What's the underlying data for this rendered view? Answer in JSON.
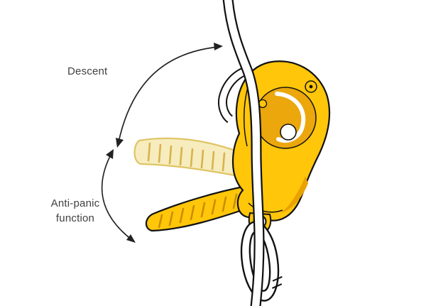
{
  "figure": {
    "type": "technical-diagram",
    "subject": "descender-device-handle-positions",
    "labels": {
      "descent": "Descent",
      "anti_panic_line1": "Anti-panic",
      "anti_panic_line2": "function"
    },
    "colors": {
      "background": "#ffffff",
      "device_yellow": "#FFC60A",
      "device_shadow": "#E9A200",
      "cam_yellow": "#EBA70B",
      "ghost_handle_fill": "#F6ECBE",
      "ghost_handle_stroke": "#DFC463",
      "ghost_handle_tick": "#D8B34A",
      "handle_tick": "#C98F00",
      "outline": "#121212",
      "arrow": "#222222",
      "label_text": "#404040"
    }
  }
}
